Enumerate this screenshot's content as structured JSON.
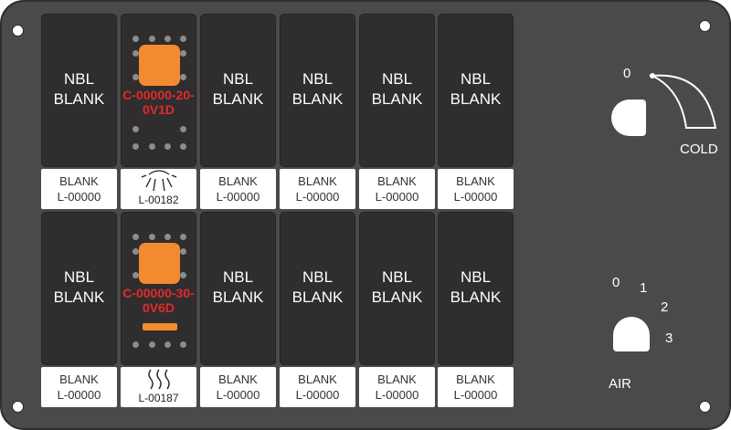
{
  "cells": [
    {
      "cap": [
        "NBL",
        "BLANK"
      ],
      "label": [
        "BLANK",
        "L-00000"
      ]
    },
    {
      "indicator": [
        "C-00000-20-",
        "0V1D"
      ],
      "icon": "sun-icon",
      "label_code": "L-00182"
    },
    {
      "cap": [
        "NBL",
        "BLANK"
      ],
      "label": [
        "BLANK",
        "L-00000"
      ]
    },
    {
      "cap": [
        "NBL",
        "BLANK"
      ],
      "label": [
        "BLANK",
        "L-00000"
      ]
    },
    {
      "cap": [
        "NBL",
        "BLANK"
      ],
      "label": [
        "BLANK",
        "L-00000"
      ]
    },
    {
      "cap": [
        "NBL",
        "BLANK"
      ],
      "label": [
        "BLANK",
        "L-00000"
      ]
    },
    {
      "cap": [
        "NBL",
        "BLANK"
      ],
      "label": [
        "BLANK",
        "L-00000"
      ]
    },
    {
      "indicator": [
        "C-00000-30-",
        "0V6D"
      ],
      "icon": "heat-waves-icon",
      "label_code": "L-00187"
    },
    {
      "cap": [
        "NBL",
        "BLANK"
      ],
      "label": [
        "BLANK",
        "L-00000"
      ]
    },
    {
      "cap": [
        "NBL",
        "BLANK"
      ],
      "label": [
        "BLANK",
        "L-00000"
      ]
    },
    {
      "cap": [
        "NBL",
        "BLANK"
      ],
      "label": [
        "BLANK",
        "L-00000"
      ]
    },
    {
      "cap": [
        "NBL",
        "BLANK"
      ],
      "label": [
        "BLANK",
        "L-00000"
      ]
    }
  ],
  "temp_knob": {
    "zero_label": "0",
    "cold_label": "COLD"
  },
  "air_knob": {
    "positions": [
      "0",
      "1",
      "2",
      "3"
    ],
    "title": "AIR"
  },
  "colors": {
    "panel": "#4a4a4a",
    "cap": "#2f2d2e",
    "indicator": "#f28b30",
    "part_number": "#e12b2b",
    "label": "#ffffff"
  }
}
